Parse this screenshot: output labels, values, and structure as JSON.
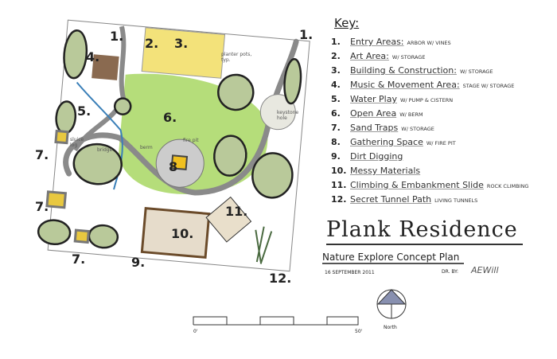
{
  "key": {
    "title": "Key:",
    "items": [
      {
        "num": "1.",
        "name": "Entry Areas:",
        "note": "Arbor w/ vines"
      },
      {
        "num": "2.",
        "name": "Art Area:",
        "note": "w/ storage"
      },
      {
        "num": "3.",
        "name": "Building & Construction:",
        "note": "w/ storage"
      },
      {
        "num": "4.",
        "name": "Music & Movement Area:",
        "note": "stage w/ storage"
      },
      {
        "num": "5.",
        "name": "Water Play",
        "note": "w/ pump & cistern"
      },
      {
        "num": "6.",
        "name": "Open Area",
        "note": "w/ berm"
      },
      {
        "num": "7.",
        "name": "Sand Traps",
        "note": "w/ storage"
      },
      {
        "num": "8.",
        "name": "Gathering Space",
        "note": "w/ fire pit"
      },
      {
        "num": "9.",
        "name": "Dirt Digging",
        "note": ""
      },
      {
        "num": "10.",
        "name": "Messy Materials",
        "note": ""
      },
      {
        "num": "11.",
        "name": "Climbing & Embankment Slide",
        "note": "rock climbing"
      },
      {
        "num": "12.",
        "name": "Secret Tunnel Path",
        "note": "living tunnels"
      }
    ]
  },
  "title": "Plank Residence",
  "subtitle": "Nature Explore Concept Plan",
  "date": "16 September 2011",
  "drawn_by": "DR. BY:",
  "signature": "AEWill",
  "north_label": "North",
  "scale": {
    "start": "0'",
    "end": "50'"
  },
  "plan_labels": {
    "n1a": "1.",
    "n1b": "1.",
    "n2": "2.",
    "n3": "3.",
    "n4": "4.",
    "n5": "5.",
    "n6": "6.",
    "n7a": "7.",
    "n7b": "7.",
    "n7c": "7.",
    "n8": "8",
    "n9": "9.",
    "n10": "10.",
    "n11": "11.",
    "n12": "12.",
    "planter": "planter pots, typ.",
    "keystone": "keystone hole",
    "sluice": "sluice log",
    "bridge": "bridge",
    "berm": "berm",
    "firepit": "fire pit"
  },
  "colors": {
    "grass": "#a8d66a",
    "trees": "#b9c99a",
    "sand": "#e8c840",
    "path": "#8a8a8a",
    "water": "#3a7fb8",
    "north_arrow": "#8890b0"
  }
}
